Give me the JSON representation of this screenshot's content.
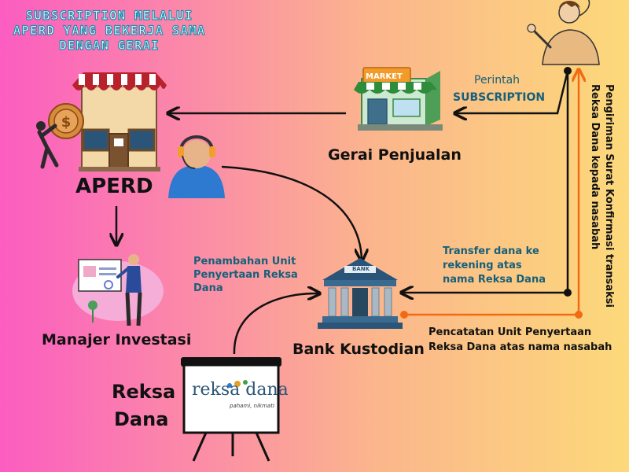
{
  "title": "SUBSCRIPTION MELALUI APERD YANG BEKERJA SAMA DENGAN GERAI",
  "labels": {
    "aperd": "APERD",
    "gerai": "Gerai Penjualan",
    "manajer": "Manajer Investasi",
    "bank": "Bank Kustodian",
    "reksa_line1": "Reksa",
    "reksa_line2": "Dana"
  },
  "market_sign": "MARKET",
  "bank_sign": "BANK",
  "logo": {
    "text": "reksa dana",
    "tagline": "pahami, nikmati"
  },
  "arrows": {
    "perintah": "Perintah",
    "subscription": "SUBSCRIPTION",
    "penambahan": "Penambahan Unit Penyertaan Reksa Dana",
    "transfer": "Transfer dana ke rekening atas nama Reksa Dana",
    "pencatatan": "Pencatatan Unit Penyertaan Reksa Dana atas nama nasabah",
    "pengiriman_line1": "Pengiriman Surat Konfirmasi transaksi",
    "pengiriman_line2": "Reksa Dana kepada nasabah"
  },
  "colors": {
    "black_flow": "#111111",
    "orange_flow": "#f26b12",
    "label_blue": "#17607a"
  },
  "icons": [
    "person-thinking-icon",
    "store-icon",
    "market-store-icon",
    "customer-service-icon",
    "presentation-board-icon",
    "bank-building-icon",
    "easel-board-icon",
    "coin-carrier-icon"
  ]
}
